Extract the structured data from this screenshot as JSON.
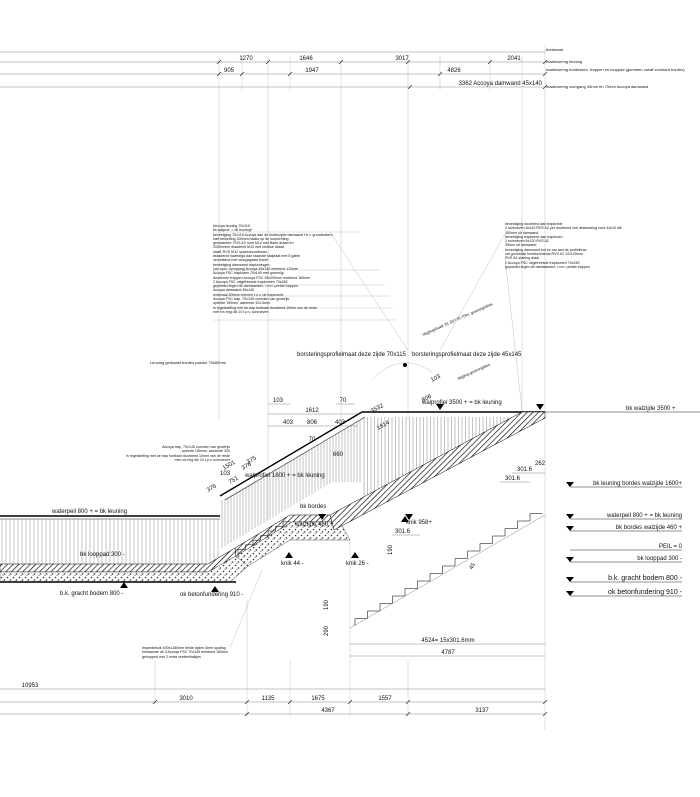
{
  "top_dims": {
    "row1": [
      "1270",
      "1646",
      "3017",
      "2041"
    ],
    "row2": [
      "905",
      "1947",
      "4826"
    ],
    "row3": [
      "3362 Accoya damwand 45x140"
    ]
  },
  "top_legend": [
    "bordmaat",
    "maatvoering leuning",
    "maatvoering bordessen, trappen en looppad (gemeten vanaf voorkant bordes)",
    "maatvoering overgang 45mm en 70mm Accoya damwand"
  ],
  "notes_center": [
    "Accoya leuning 70x115",
    "bk walprof. = bk leuning*",
    "bevestiging 70x115 Accoya aan de buitenzijde damwand t.b.v. grondankers",
    "hart bekleding 300mm haaks op de looprichting",
    "grondanker: RVS A2 rond M12 met lilane draad en",
    "2000mmm draadend M12 met rechtse draad",
    "staaf: RVS M12 spanschroefmoer:",
    "draadeind haarstrgd aan staande stalplaat met 5 gaten",
    "verzinkend met voorgegaste boren",
    "bevestiging damwand trapkoningen",
    "(zie opm. overgang) Accoya 45x140 eerbiend 120mm",
    "Accoya FSC trapkoten 70x140 met groenrijp",
    "doorboren trappen Accoya FSC 35x200mm eerbiend 180mm",
    "2 Accoya FSC uitgefreesde trapbomen 70x245",
    "gepoedsl tegen de damwanden, i.v.m. prefab trappen",
    "Accoya damwand 45x140",
    "minimaal 300mm inheien t.o.v. de trapvoede",
    "Accoya FSC trap, 70x145 voorzien van groefrijs",
    "optrede 190mm, aantrede 301.6mm",
    "in regelstelling met de trap fontkant doorbend 10mm van de trede",
    "met rvs ring dik 10 t.p.v. schroeven"
  ],
  "notes_right": [
    "bevestiging doorbend aan trapkrede",
    "2 schroeven 6x120 RVS A2 per doorbend met afstandring rond 44x10 dik",
    "300mm uit damwand",
    "bevestiging trapkrede aan trapboom",
    "2 schroeven 6x120 RVS A2",
    "35mm uit damwand",
    "bevestiging damwand ent en om aan de profielbraz",
    "via grondvlak houtbovedkust RVS A2 12x125mm",
    "RVS A2 stalring draai",
    "2 Accoya FSC uitgefreesde trapbomen 70x245",
    "gepoedsl tegen de damwanden, i.v.m. prefab trappen"
  ],
  "note_left_sill": "Leuning gedraaid bordes pasdut 75x80mm",
  "note_left_trap": [
    "Accoya trap, 70x145 voorzien van groefrijs",
    "optrede 190mm, aantrede 300",
    "in regelstelling met de trap fontkant doorbend 10mm van de trede",
    "met rvs ring dik 10 t.p.v. schroeven"
  ],
  "note_bottom": [
    "inspectieluik 400x1180mm beide zijden 5mm spaling",
    "bestaande uit 3 Accoya FSC 70x145 eerbiend 165mm",
    "gehopped met 2 extra verdeelbalkjes"
  ],
  "labels": {
    "borst_left": "borsteringsprofielmaat deze zijde 70x115",
    "borst_right": "borsteringsprofielmaat deze zijde 45x145",
    "bk_walzijde_3500": "bk walzijde 3500 +",
    "walprofiel_3500": "walprofiel 3500 + = bk leuning",
    "walprofiel_1600": "walprofiel 1600 + = bk leuning",
    "waterpeil_800": "waterpeil 800 + = bk leuning",
    "bk_looppad_300": "bk looppad 300 -",
    "bk_gracht_800": "b.k. gracht bodem 800 -",
    "ok_beton_910": "ok betonfundering 910 -",
    "bk_bordes": "bk bordes",
    "walzijde_460": "walzijde 460 +",
    "knik_958": "knik 958+",
    "knik_44": "knik 44 -",
    "knik_26": "knik 26 -",
    "angle_text": "stijgingshoek 31.33°/70:70%: groenrijpsbos",
    "stijging": "stijging groenrijpbos"
  },
  "right_levels": [
    "bk leuning bordes walzijde 1600+",
    "waterpeil 800 + = bk leuning",
    "bk bordes walzijde 460 +",
    "PEIL = 0",
    "bk looppad 300 -",
    "b.k. gracht bodem 800 -",
    "ok betonfundering 910 -"
  ],
  "mid_dims": {
    "d103a": "103",
    "d70": "70",
    "d1612": "1612",
    "d403a": "403",
    "d806": "806",
    "d403b": "403",
    "d70b": "70",
    "d660": "660",
    "d3532": "3532",
    "d1814": "1814",
    "d806b": "806",
    "d103b": "103",
    "d103c": "103",
    "d1501": "1501",
    "d751": "751",
    "d376a": "376",
    "d376b": "376",
    "d375": "375",
    "d262": "262",
    "d301_6a": "301.6",
    "d301_6b": "301.6",
    "d301_6c": "301.6",
    "d190a": "190",
    "d190b": "190",
    "d290": "290",
    "d45": "45",
    "d4524": "4524= 15x301.6mm",
    "d4787": "4787"
  },
  "bottom_dims": {
    "d10953": "10953",
    "d3010": "3010",
    "d1135": "1135",
    "d1675": "1675",
    "d1557": "1557",
    "d4367": "4367",
    "d3137": "3137"
  }
}
